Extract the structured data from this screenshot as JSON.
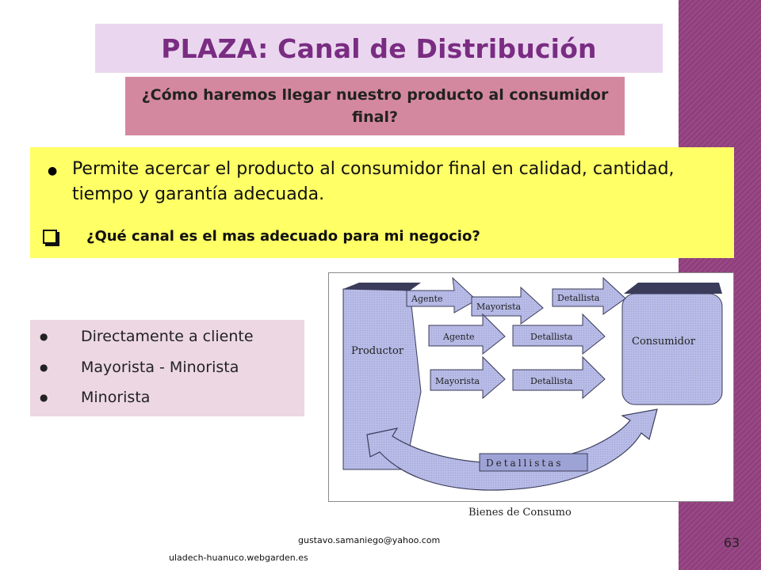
{
  "title": "PLAZA: Canal de Distribución",
  "subtitle": "¿Cómo haremos llegar nuestro producto al consumidor final?",
  "highlight": {
    "statement": "Permite acercar el producto al consumidor final en calidad, cantidad, tiempo y garantía adecuada.",
    "question": "¿Qué canal es el mas adecuado para mi negocio?"
  },
  "channels": [
    "Directamente a cliente",
    "Mayorista - Minorista",
    "Minorista"
  ],
  "diagram": {
    "productor": "Productor",
    "consumidor": "Consumidor",
    "row1": [
      "Agente",
      "Mayorista",
      "Detallista"
    ],
    "row2": [
      "Agente",
      "Detallista"
    ],
    "row3": [
      "Mayorista",
      "Detallista"
    ],
    "detallistas": "Detallistas",
    "caption": "Bienes de Consumo",
    "colors": {
      "fill": "#b7bbe6",
      "dark": "#8b8fc8",
      "shadow": "#3b3b5a"
    }
  },
  "footer": {
    "email": "gustavo.samaniego@yahoo.com",
    "website": "uladech-huanuco.webgarden.es",
    "page_number": "63"
  },
  "colors": {
    "title": "#7a2c82",
    "title_bg": "#ead7ef",
    "subtitle_bg": "#d4889f",
    "highlight_bg": "#ffff66",
    "list_bg": "#ecd7e3",
    "sidebar": "#9a4a87"
  }
}
